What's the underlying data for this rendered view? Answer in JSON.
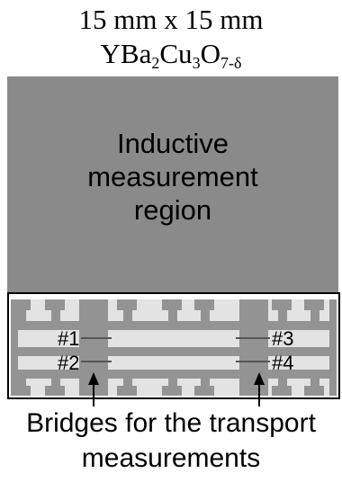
{
  "sample": {
    "size_label": "15 mm x 15 mm",
    "material": {
      "base": "YBa",
      "s1": "2",
      "mid1": "Cu",
      "s2": "3",
      "mid2": "O",
      "s3": "7-δ"
    }
  },
  "inductive_region": {
    "line1": "Inductive",
    "line2": "measurement",
    "line3": "region"
  },
  "bridges": [
    {
      "label": "#1"
    },
    {
      "label": "#2"
    },
    {
      "label": "#3"
    },
    {
      "label": "#4"
    }
  ],
  "caption": {
    "line1": "Bridges for the transport",
    "line2": "measurements"
  },
  "colors": {
    "film": "#8a8a8a",
    "substrate": "#e3e3e3",
    "pattern": "#939393",
    "border": "#000000"
  }
}
